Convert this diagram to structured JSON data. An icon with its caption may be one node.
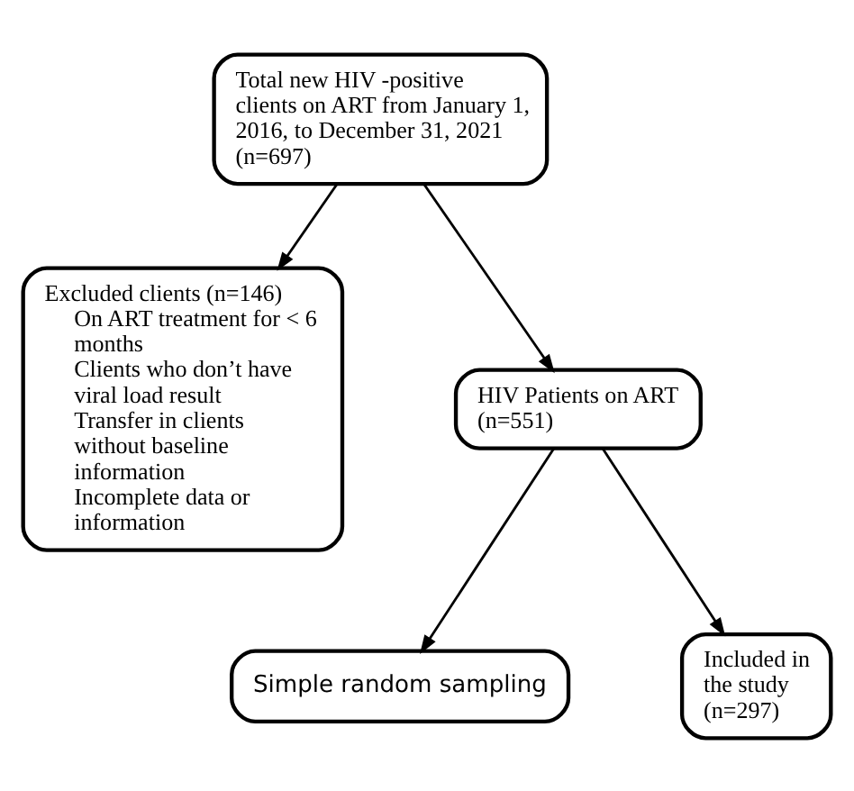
{
  "diagram": {
    "nodes": [
      {
        "text": [
          "Total new HIV -positive clients on ART from January 1, 2016, to December 31, 2021 (n=697)"
        ]
      },
      {
        "text": [
          "Excluded clients (n=146)",
          "On ART treatment for < 6 months",
          "Clients who don’t have viral load result",
          "Transfer in clients without baseline information",
          "Incomplete data or information"
        ]
      },
      {
        "text": [
          "HIV Patients on ART (n=551)"
        ]
      },
      {
        "text": [
          "Simple random sampling"
        ]
      },
      {
        "text": [
          "Included in the study (n=297)"
        ]
      }
    ],
    "edges": [
      {
        "from": 0,
        "to": 2,
        "arrow": "to"
      },
      {
        "from": 0,
        "to": 1,
        "arrow": "to"
      },
      {
        "from": 2,
        "to": 4,
        "arrow": "to"
      },
      {
        "from": 2,
        "to": 3,
        "arrow": "to"
      }
    ]
  }
}
